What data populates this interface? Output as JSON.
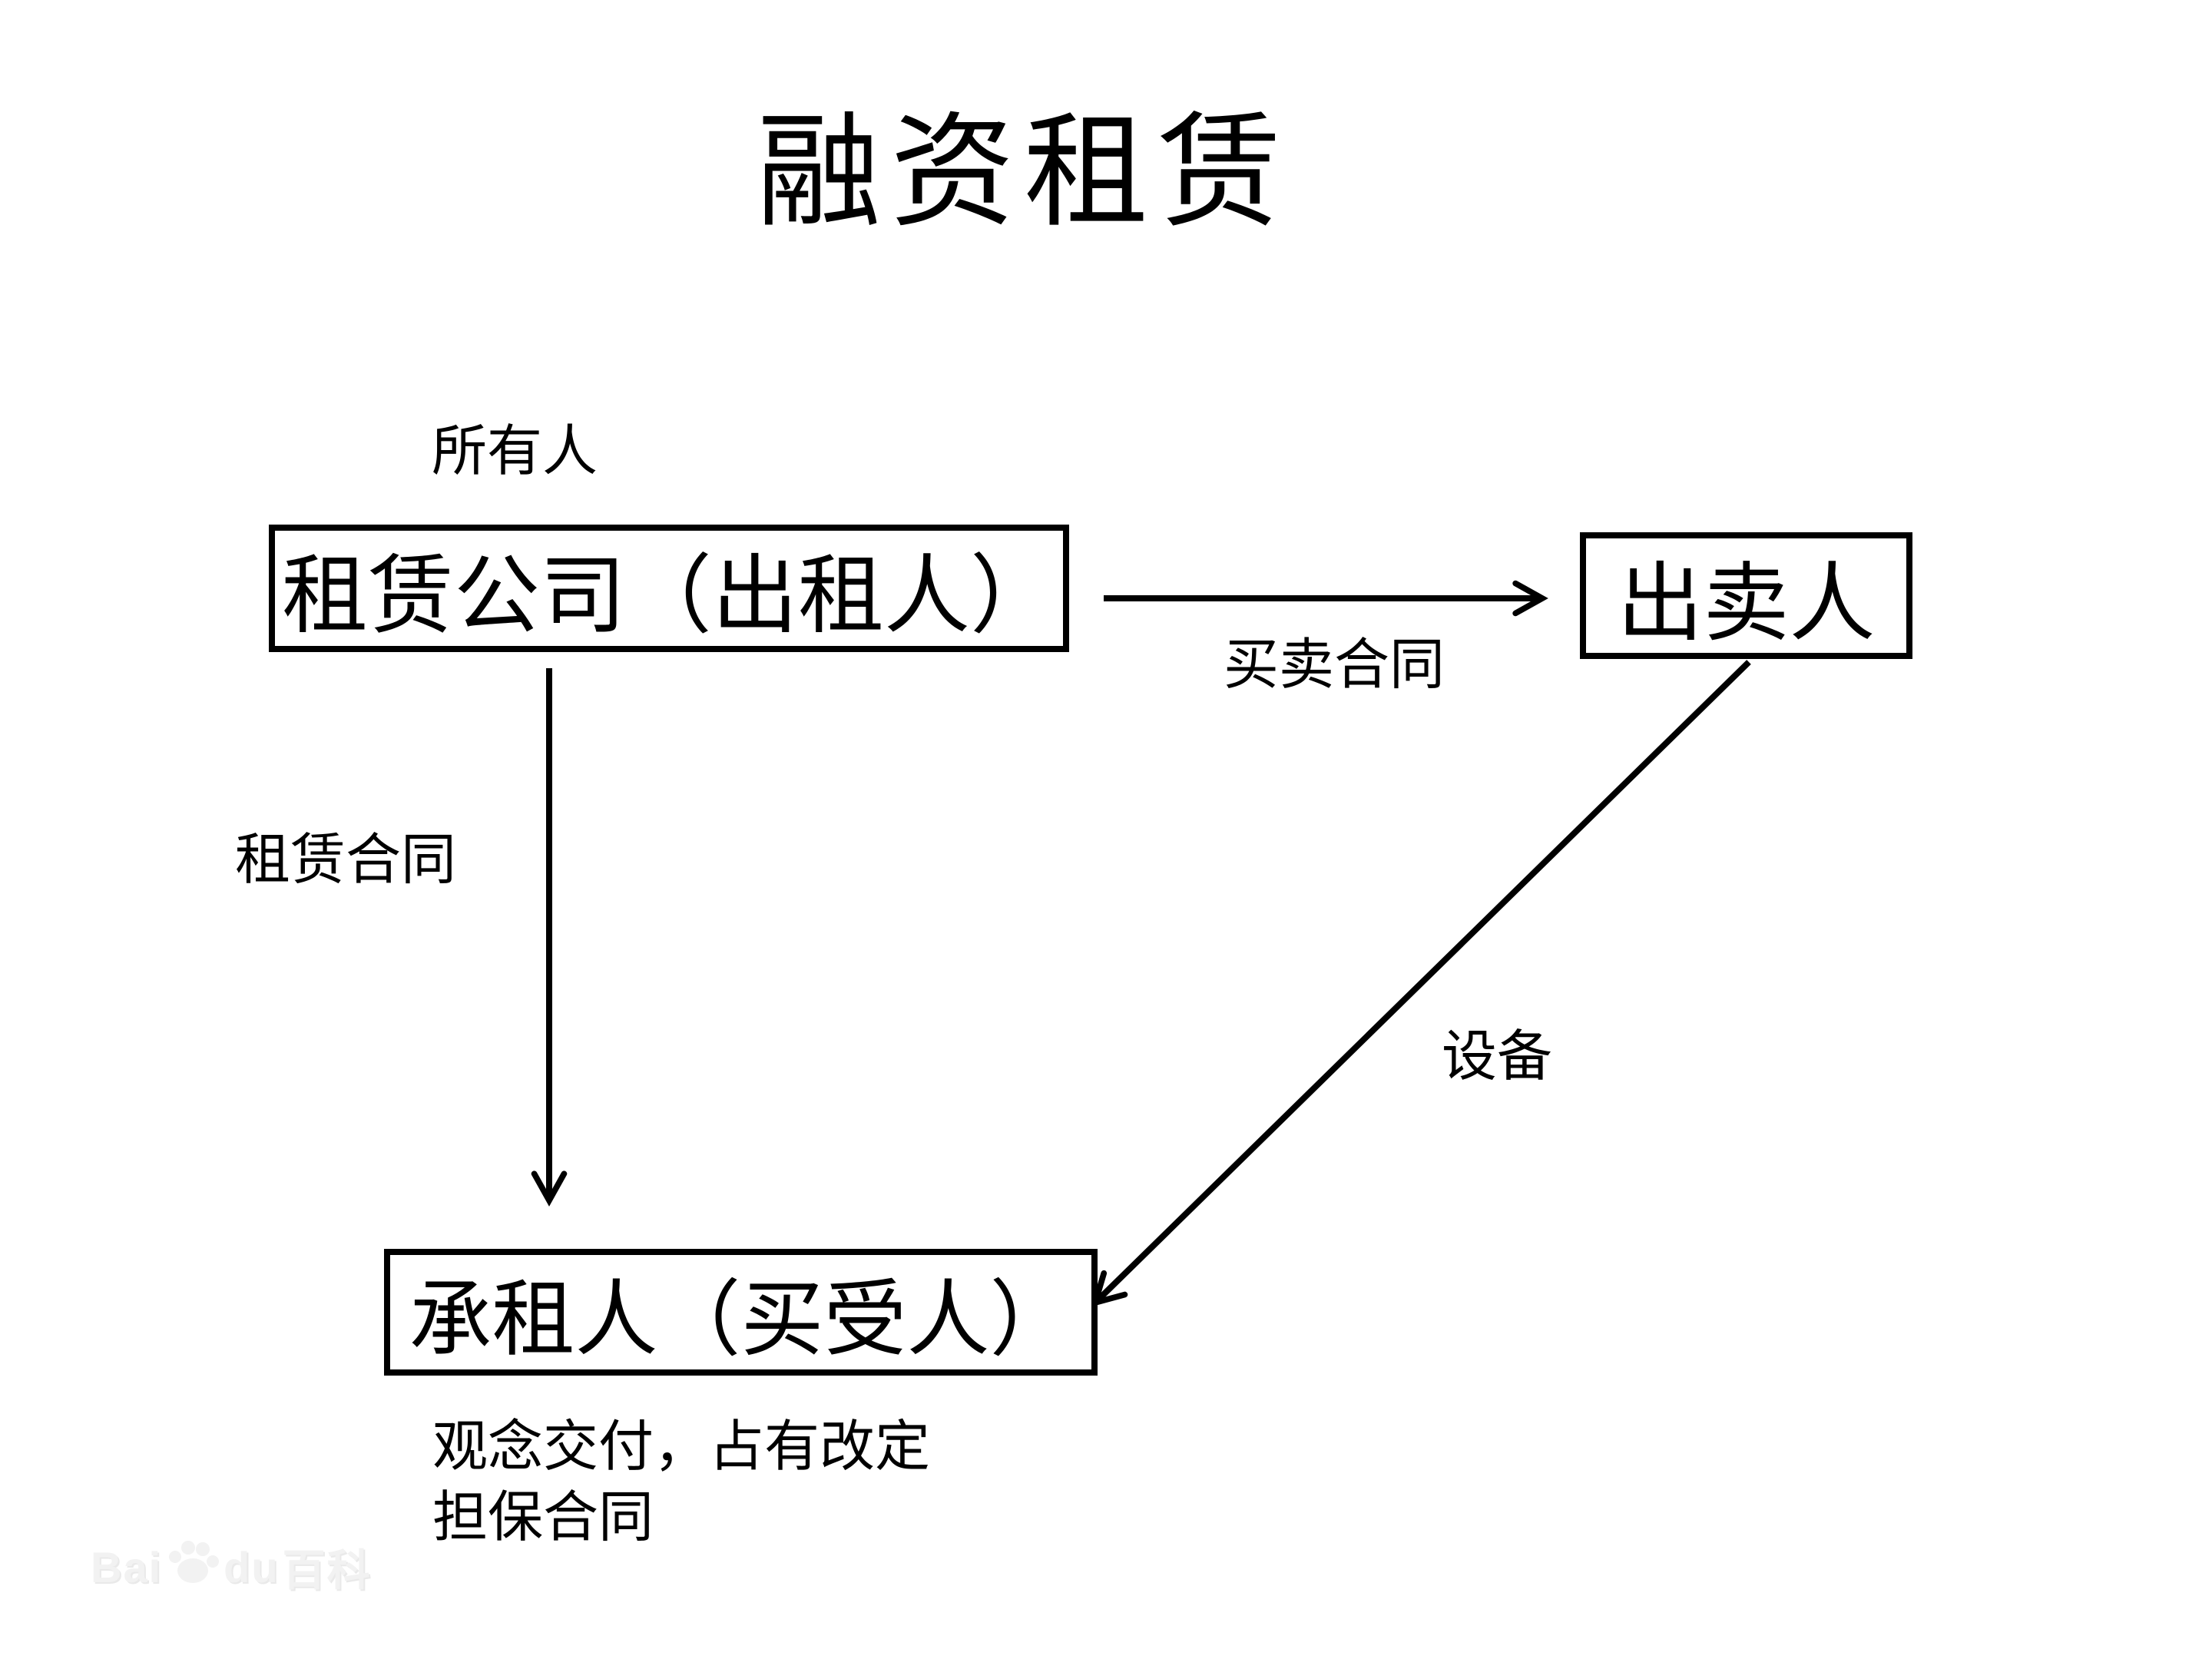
{
  "title": "融资租赁",
  "nodes": {
    "lessor": "租赁公司（出租人）",
    "seller": "出卖人",
    "lessee": "承租人（买受人）"
  },
  "labels": {
    "owner": "所有人",
    "sales_contract": "买卖合同",
    "lease_contract": "租赁合同",
    "equipment": "设备"
  },
  "notes": {
    "line1": "观念交付，占有改定",
    "line2": "担保合同"
  },
  "edges": [
    {
      "from": "租赁公司（出租人）",
      "to": "出卖人",
      "label": "买卖合同",
      "direction": "right"
    },
    {
      "from": "租赁公司（出租人）",
      "to": "承租人（买受人）",
      "label": "租赁合同",
      "direction": "down"
    },
    {
      "from": "出卖人",
      "to": "承租人（买受人）",
      "label": "设备",
      "direction": "down-left"
    }
  ],
  "watermark": {
    "brand": "Bai",
    "brand2": "du",
    "suffix": "百科"
  },
  "colors": {
    "ink": "#000000",
    "background": "#ffffff",
    "watermark": "#f2f2f2"
  }
}
